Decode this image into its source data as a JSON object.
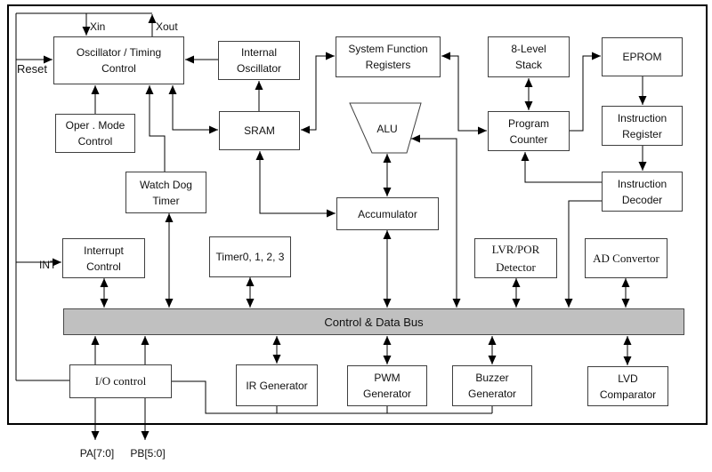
{
  "diagram": {
    "bus": {
      "label": "Control & Data Bus"
    },
    "pins": {
      "xin": "Xin",
      "xout": "Xout",
      "reset": "Reset",
      "int": "INT",
      "pa": "PA[7:0]",
      "pb": "PB[5:0]"
    },
    "blocks": {
      "osc": {
        "label": "Oscillator / Timing\nControl"
      },
      "internal_osc": {
        "label": "Internal\nOscillator"
      },
      "sfr": {
        "label": "System Function\nRegisters"
      },
      "stack": {
        "label": "8-Level\nStack"
      },
      "eprom": {
        "label": "EPROM"
      },
      "oper_mode": {
        "label": "Oper . Mode\nControl"
      },
      "sram": {
        "label": "SRAM"
      },
      "alu": {
        "label": "ALU"
      },
      "pc": {
        "label": "Program\nCounter"
      },
      "instr_reg": {
        "label": "Instruction\nRegister"
      },
      "wdt": {
        "label": "Watch Dog\nTimer"
      },
      "accumulator": {
        "label": "Accumulator"
      },
      "decoder": {
        "label": "Instruction\nDecoder"
      },
      "int_ctrl": {
        "label": "Interrupt\nControl"
      },
      "timers": {
        "label": "Timer0, 1, 2, 3"
      },
      "lvr": {
        "label": "LVR/POR\nDetector"
      },
      "adc": {
        "label": "AD Convertor"
      },
      "io": {
        "label": "I/O control"
      },
      "ir_gen": {
        "label": "IR Generator"
      },
      "pwm": {
        "label": "PWM\nGenerator"
      },
      "buzzer": {
        "label": "Buzzer\nGenerator"
      },
      "lvd": {
        "label": "LVD\nComparator"
      }
    },
    "colors": {
      "line": "#000000",
      "bus_fill": "#c0c0c0",
      "box_border": "#3f3f3f"
    }
  }
}
